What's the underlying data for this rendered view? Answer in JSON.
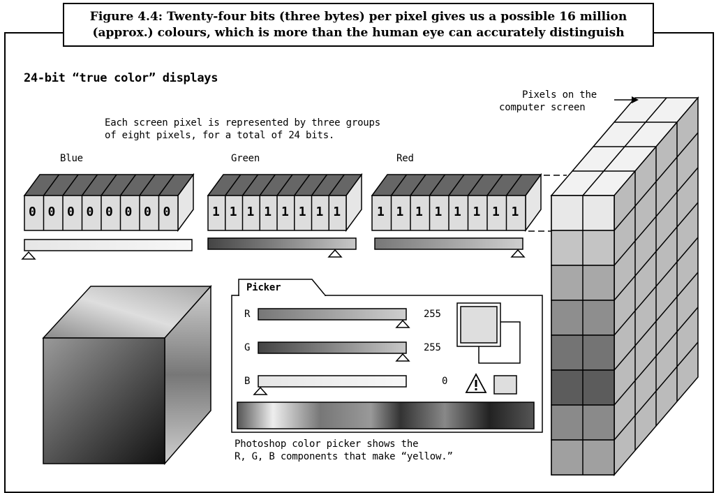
{
  "caption": {
    "line1": "Figure 4.4: Twenty-four bits (three bytes) per pixel gives us a possible 16 million",
    "line2": "(approx.) colours, which is more than the human eye can accurately distinguish"
  },
  "diagram": {
    "title": "24-bit “true color” displays",
    "description_line1": "Each screen pixel is represented by three groups",
    "description_line2": "of eight pixels, for a total of 24 bits.",
    "pixels_label_line1": "Pixels on the",
    "pixels_label_line2": "computer screen",
    "groups": [
      {
        "label": "Blue",
        "bits": [
          "0",
          "0",
          "0",
          "0",
          "0",
          "0",
          "0",
          "0"
        ],
        "slider_position": "left"
      },
      {
        "label": "Green",
        "bits": [
          "1",
          "1",
          "1",
          "1",
          "1",
          "1",
          "1",
          "1"
        ],
        "slider_position": "right"
      },
      {
        "label": "Red",
        "bits": [
          "1",
          "1",
          "1",
          "1",
          "1",
          "1",
          "1",
          "1"
        ],
        "slider_position": "right"
      }
    ],
    "picker": {
      "tab_label": "Picker",
      "channels": [
        {
          "name": "R",
          "value": "255"
        },
        {
          "name": "G",
          "value": "255"
        },
        {
          "name": "B",
          "value": "0"
        }
      ],
      "warning_icon": "warning-triangle-icon"
    },
    "picker_caption_line1": "Photoshop color picker shows the",
    "picker_caption_line2": "R, G, B components that make “yellow.”"
  }
}
